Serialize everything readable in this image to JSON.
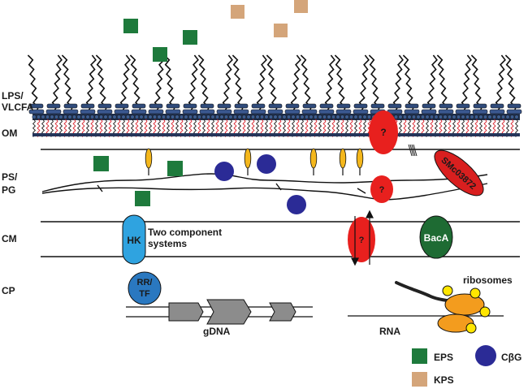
{
  "layer_labels": {
    "lps_line1": "LPS/",
    "lps_line2": "VLCFA",
    "om": "OM",
    "ps_line1": "PS/",
    "ps_line2": "PG",
    "cm": "CM",
    "cp": "CP"
  },
  "proteins": {
    "om_unknown": "?",
    "ps_unknown": "?",
    "cm_unknown": "?",
    "smc": "SMc03872",
    "baca": "BacA",
    "hk": "HK",
    "rr_line1": "RR/",
    "rr_line2": "TF"
  },
  "text": {
    "two_component_line1": "Two component",
    "two_component_line2": "systems",
    "gdna": "gDNA",
    "rna": "RNA",
    "ribosomes": "ribosomes"
  },
  "legend": {
    "eps": "EPS",
    "cbg": "CβG",
    "kps": "KPS"
  },
  "colors": {
    "eps": "#1e7a3c",
    "kps": "#d4a57a",
    "cbg": "#2b2b96",
    "red_protein": "#e8201e",
    "smc": "#d91f1f",
    "baca": "#1e6b33",
    "hk": "#2fa3e0",
    "rr_tf": "#2a78c0",
    "ribosome": "#f39c1e",
    "ribosome_dot": "#ffe600",
    "anchor": "#f4b71c",
    "gene_arrow": "#8c8c8c"
  }
}
